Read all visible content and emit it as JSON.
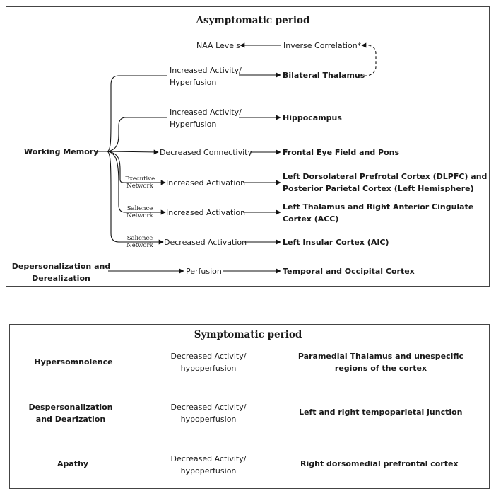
{
  "asymptomatic": {
    "title": "Asymptomatic period",
    "naa_levels": "NAA Levels",
    "inverse_correlation": "Inverse Correlation*",
    "source_working_memory": "Working Memory",
    "source_depersonalization": [
      "Depersonalization and",
      "Derealization"
    ],
    "rows": {
      "thalamus": {
        "process": [
          "Increased Activity/",
          "Hyperfusion"
        ],
        "target": "Bilateral Thalamus"
      },
      "hippocampus": {
        "process": [
          "Increased Activity/",
          "Hyperfusion"
        ],
        "target": "Hippocampus"
      },
      "frontal_eye": {
        "process": "Decreased Connectivity",
        "target": "Frontal Eye Field and Pons"
      },
      "dlpfc": {
        "network": [
          "Executive",
          "Network"
        ],
        "process": "Increased Activation",
        "target": [
          "Left Dorsolateral Prefrotal Cortex (DLPFC) and",
          "Posterior Parietal Cortex (Left Hemisphere)"
        ]
      },
      "acc": {
        "network": [
          "Salience",
          "Network"
        ],
        "process": "Increased Activation",
        "target": [
          "Left Thalamus and Right Anterior Cingulate",
          "Cortex (ACC)"
        ]
      },
      "aic": {
        "network": [
          "Salience",
          "Network"
        ],
        "process": "Decreased Activation",
        "target": "Left Insular Cortex (AIC)"
      },
      "perfusion": {
        "process": "Perfusion",
        "target": "Temporal and Occipital Cortex"
      }
    }
  },
  "symptomatic": {
    "title": "Symptomatic period",
    "rows": [
      {
        "source": [
          "Hypersomnolence"
        ],
        "process": [
          "Decreased Activity/",
          "hypoperfusion"
        ],
        "target": [
          "Paramedial Thalamus and unespecific",
          "regions of the cortex"
        ]
      },
      {
        "source": [
          "Despersonalization",
          "and Dearization"
        ],
        "process": [
          "Decreased Activity/",
          "hypoperfusion"
        ],
        "target": [
          "Left and right tempoparietal junction"
        ]
      },
      {
        "source": [
          "Apathy"
        ],
        "process": [
          "Decreased Activity/",
          "hypoperfusion"
        ],
        "target": [
          "Right dorsomedial prefrontal cortex"
        ]
      }
    ]
  }
}
